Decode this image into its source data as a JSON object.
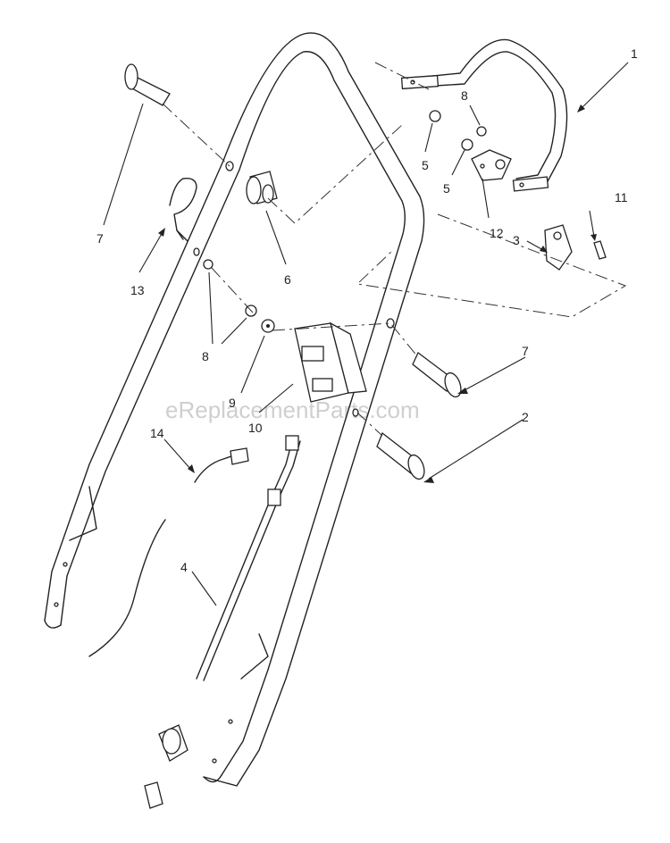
{
  "watermark": "eReplacementParts.com",
  "callouts": [
    {
      "id": "c1",
      "label": "1"
    },
    {
      "id": "c2",
      "label": "2"
    },
    {
      "id": "c3",
      "label": "3"
    },
    {
      "id": "c4",
      "label": "4"
    },
    {
      "id": "c5a",
      "label": "5"
    },
    {
      "id": "c5b",
      "label": "5"
    },
    {
      "id": "c6",
      "label": "6"
    },
    {
      "id": "c7a",
      "label": "7"
    },
    {
      "id": "c7b",
      "label": "7"
    },
    {
      "id": "c8a",
      "label": "8"
    },
    {
      "id": "c8b",
      "label": "8"
    },
    {
      "id": "c9",
      "label": "9"
    },
    {
      "id": "c10",
      "label": "10"
    },
    {
      "id": "c11",
      "label": "11"
    },
    {
      "id": "c12",
      "label": "12"
    },
    {
      "id": "c13",
      "label": "13"
    },
    {
      "id": "c14",
      "label": "14"
    }
  ]
}
